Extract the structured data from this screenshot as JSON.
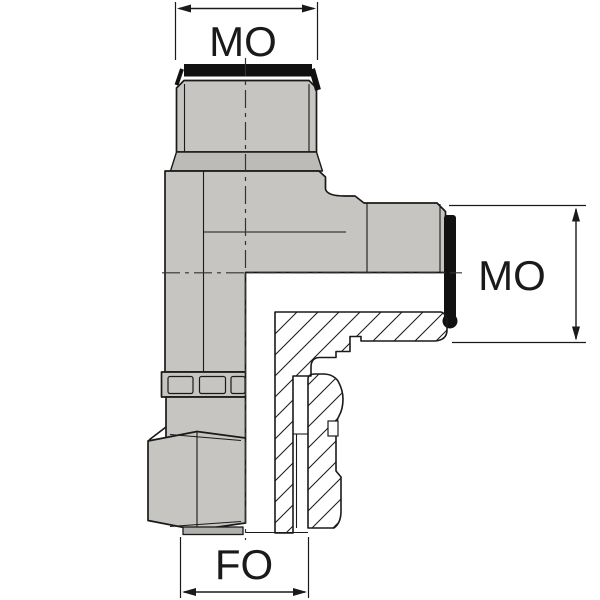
{
  "drawing": {
    "type": "technical-section-drawing",
    "part": "banjo-tee-fitting",
    "dimensions": {
      "top": {
        "label": "MO"
      },
      "right": {
        "label": "MO"
      },
      "bottom": {
        "label": "FO"
      }
    },
    "colors": {
      "background": "#ffffff",
      "body_gray": "#c6c5c1",
      "shadow_gray": "#bcbbb7",
      "base_gray": "#b1b0ac",
      "thread_black": "#111111",
      "line": "#1a1a1a",
      "centerline": "#333333"
    }
  }
}
